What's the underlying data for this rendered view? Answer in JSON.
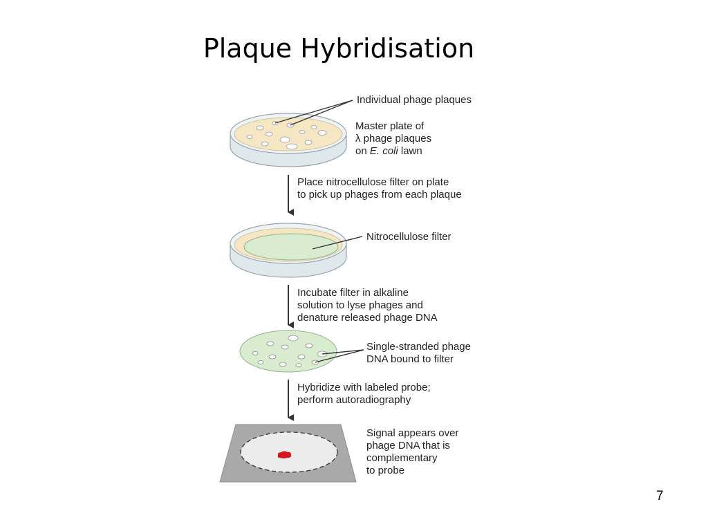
{
  "slide": {
    "title": "Plaque Hybridisation",
    "page_number": "7"
  },
  "labels": {
    "plaques": "Individual phage plaques",
    "master_plate": [
      "Master plate of",
      "λ phage plaques",
      "on E. coli lawn"
    ],
    "filter": "Nitrocellulose filter",
    "ss_dna": [
      "Single-stranded phage",
      "DNA bound to filter"
    ],
    "signal": [
      "Signal appears over",
      "phage DNA that is",
      "complementary",
      "to probe"
    ]
  },
  "steps": {
    "step1": [
      "Place nitrocellulose filter on plate",
      "to pick up phages from each plaque"
    ],
    "step2": [
      "Incubate filter in alkaline",
      "solution to lyse phages and",
      "denature released phage DNA"
    ],
    "step3": [
      "Hybridize with labeled probe;",
      "perform autoradiography"
    ]
  },
  "colors": {
    "lawn": "#f6e7c4",
    "filter": "#d9ecd0",
    "film": "#a9a9a9",
    "signal": "#d8141c",
    "arrow": "#333333"
  }
}
